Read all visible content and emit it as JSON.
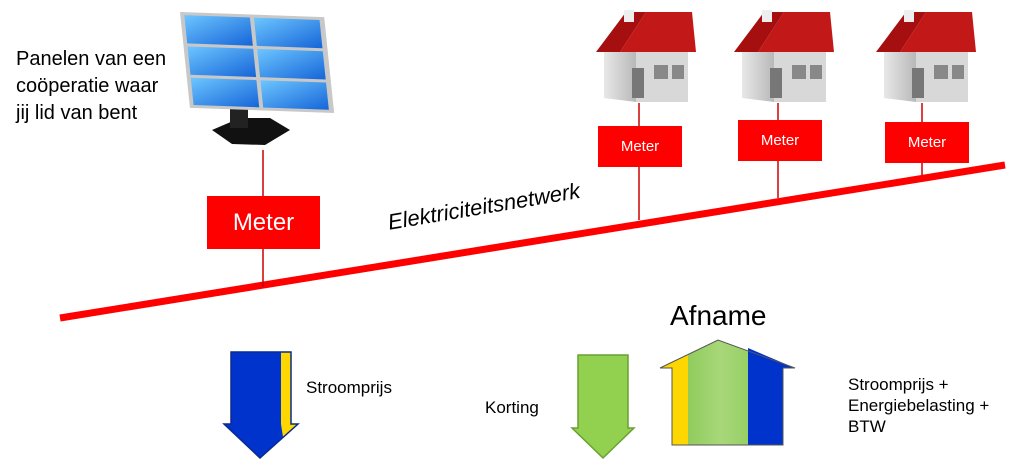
{
  "panel_caption": {
    "line1": "Panelen van een",
    "line2": "coöperatie waar",
    "line3": "jij lid van bent"
  },
  "network_label": "Elektriciteitsnetwerk",
  "meter_label": "Meter",
  "afname_title": "Afname",
  "stroomprijs_label": "Stroomprijs",
  "korting_label": "Korting",
  "afname_caption": {
    "line1": "Stroomprijs +",
    "line2": "Energiebelasting +",
    "line3": "BTW"
  },
  "colors": {
    "network_line": "#ff0000",
    "meter_box": "#ff0000",
    "blue": "#0033cc",
    "yellow": "#ffd700",
    "green": "#92d050",
    "roof": "#b01010",
    "panel": "#1e90ff"
  }
}
